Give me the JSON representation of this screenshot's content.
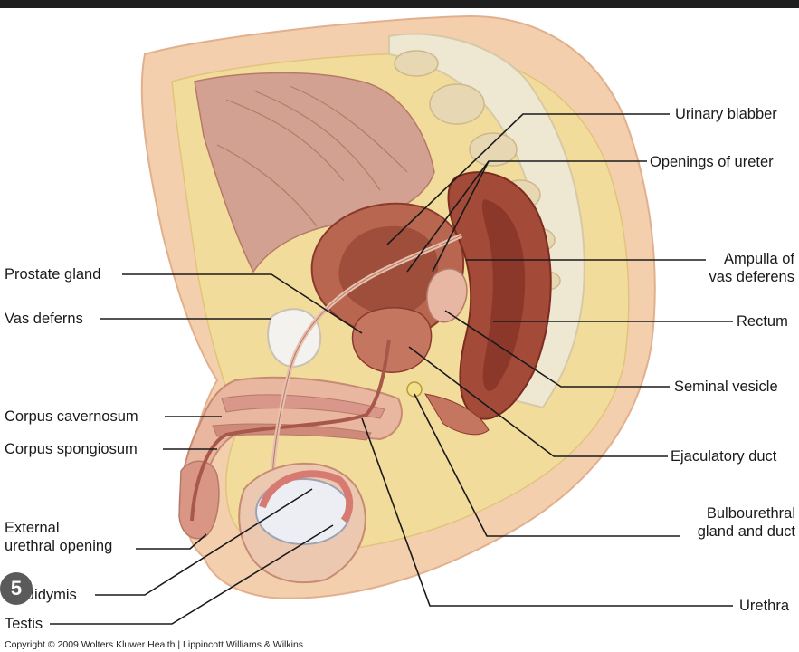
{
  "labels": {
    "urinary_bladder": "Urinary blabber",
    "openings_ureter": "Openings of ureter",
    "ampulla_line1": "Ampulla of",
    "ampulla_line2": "vas deferens",
    "rectum": "Rectum",
    "seminal_vesicle": "Seminal vesicle",
    "ejaculatory_duct": "Ejaculatory duct",
    "bulbourethral_line1": "Bulbourethral",
    "bulbourethral_line2": "gland and duct",
    "urethra": "Urethra",
    "prostate_gland": "Prostate gland",
    "vas_deferns": "Vas deferns",
    "corpus_cavernosum": "Corpus cavernosum",
    "corpus_spongiosum": "Corpus spongiosum",
    "external_line1": "External",
    "external_line2": "urethral opening",
    "epididymis": "Epididymis",
    "testis": "Testis"
  },
  "copyright": "Copyright © 2009 Wolters Kluwer Health | Lippincott Williams & Wilkins",
  "badge": "5",
  "colors": {
    "skin": "#f3cfae",
    "fat": "#f2dc9b",
    "muscle": "#b8664f",
    "dark_tissue": "#8a3a2c",
    "bone": "#eee7d2",
    "testis": "#eceef4",
    "leader": "#1a1a1a"
  }
}
